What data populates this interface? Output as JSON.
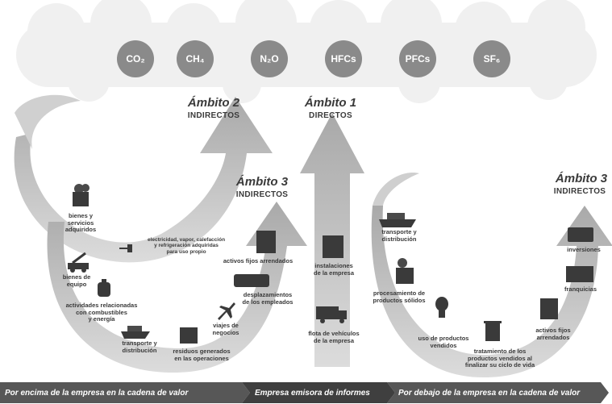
{
  "gases": [
    "CO₂",
    "CH₄",
    "N₂O",
    "HFCs",
    "PFCs",
    "SF₆"
  ],
  "scopes": {
    "scope2": {
      "title": "Ámbito 2",
      "subtitle": "INDIRECTOS"
    },
    "scope1": {
      "title": "Ámbito 1",
      "subtitle": "DIRECTOS"
    },
    "scope3_left": {
      "title": "Ámbito 3",
      "subtitle": "INDIRECTOS"
    },
    "scope3_right": {
      "title": "Ámbito 3",
      "subtitle": "INDIRECTOS"
    }
  },
  "labels": {
    "bienes_servicios": "bienes y\nservicios\nadquiridos",
    "bienes_equipo": "bienes de\nequipo",
    "actividades": "actividades relacionadas\ncon combustibles\ny energía",
    "transporte_up": "transporte y\ndistribución",
    "residuos": "residuos generados\nen las operaciones",
    "viajes": "viajes de\nnegocios",
    "desplazamientos": "desplazamientos\nde los empleados",
    "activos_up": "activos fijos arrendados",
    "electricidad": "electricidad, vapor, calefacción\ny refrigeración adquiridas\npara uso propio",
    "instalaciones": "instalaciones\nde la empresa",
    "flota": "flota de vehículos\nde la empresa",
    "transporte_down": "transporte y\ndistribución",
    "procesamiento": "procesamiento de\nproductos sólidos",
    "uso": "uso de productos\nvendidos",
    "tratamiento": "tratamiento de los\nproductos vendidos al\nfinalizar su ciclo de vida",
    "activos_down": "activos fijos\narrendados",
    "franquicias": "franquicias",
    "inversiones": "inversiones"
  },
  "footer": {
    "upstream": "Por encima de la empresa en la cadena de valor",
    "reporting": "Empresa emisora de informes",
    "downstream": "Por debajo de la empresa en la cadena de valor"
  }
}
